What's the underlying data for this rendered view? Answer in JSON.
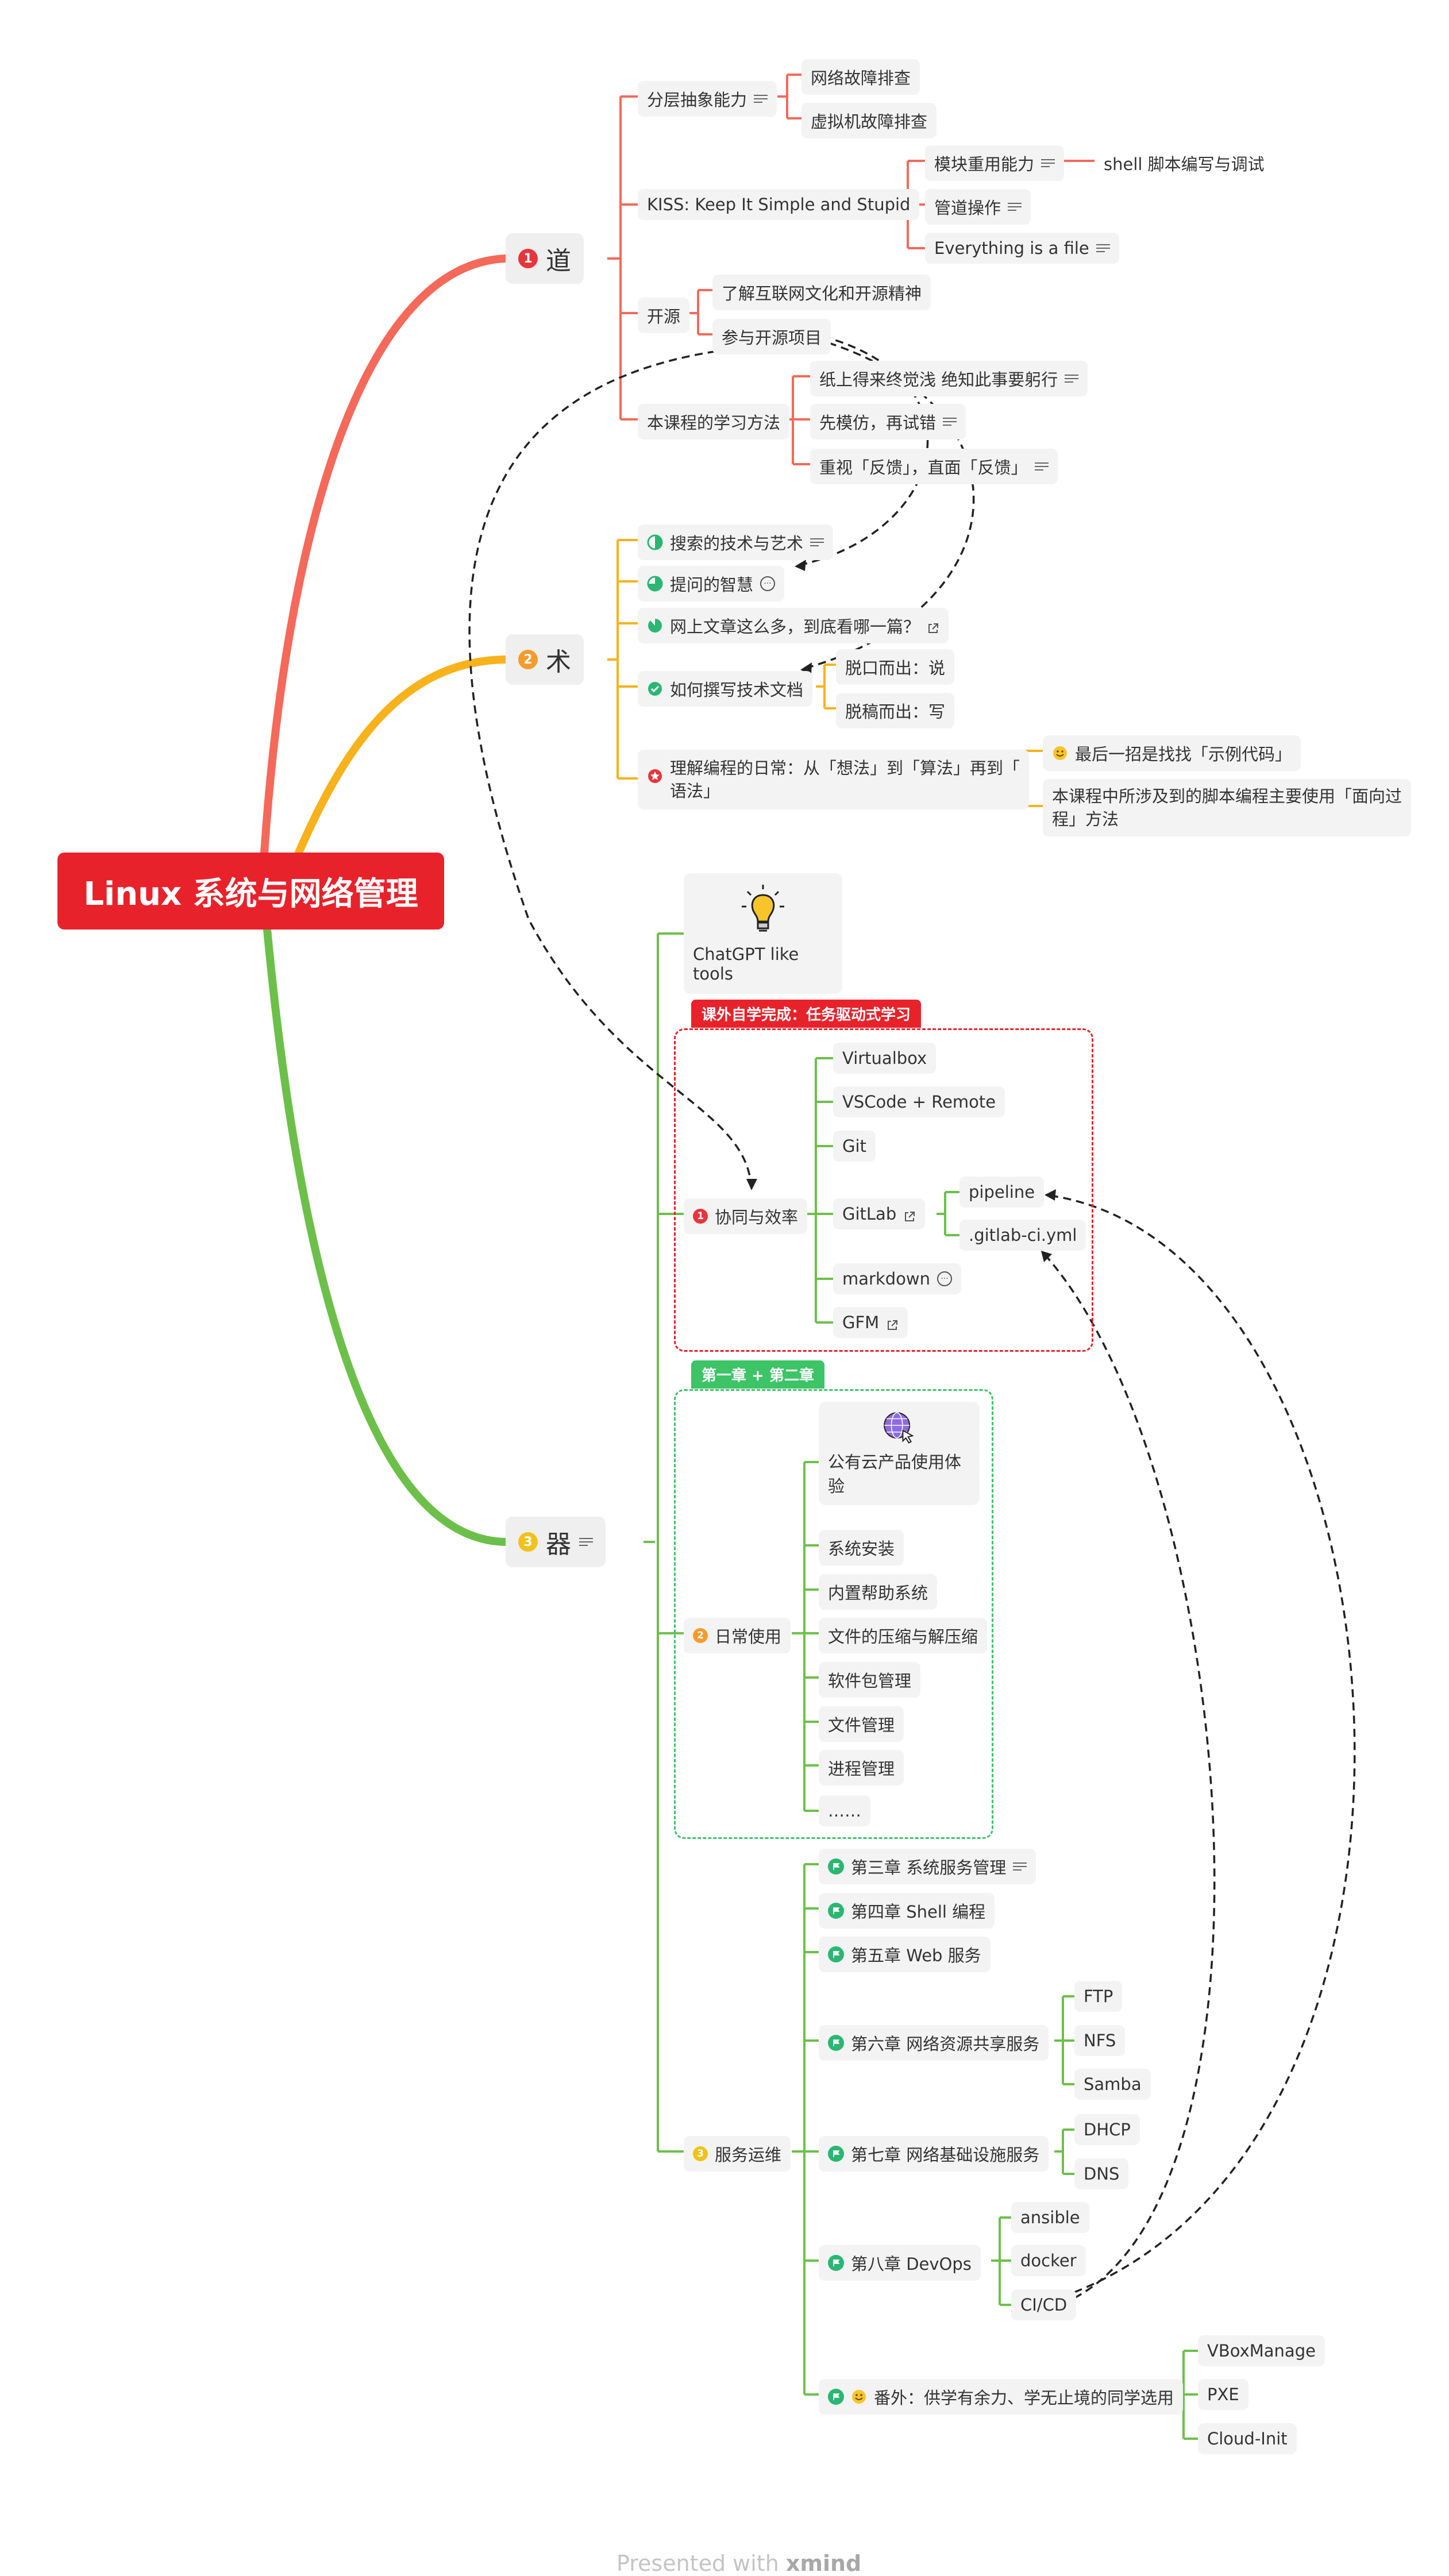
{
  "root": "Linux 系统与网络管理",
  "dao": {
    "label": "道",
    "badge": "1",
    "fenceng": "分层抽象能力",
    "fenceng_children": [
      "网络故障排查",
      "虚拟机故障排查"
    ],
    "kiss": "KISS: Keep It Simple and Stupid",
    "kiss_children": [
      "模块重用能力",
      "管道操作",
      "Everything is a file"
    ],
    "shell": "shell 脚本编写与调试",
    "kaiyuan": "开源",
    "kaiyuan_children": [
      "了解互联网文化和开源精神",
      "参与开源项目"
    ],
    "method": "本课程的学习方法",
    "method_children": [
      "纸上得来终觉浅 绝知此事要躬行",
      "先模仿，再试错",
      "重视「反馈」，直面「反馈」"
    ]
  },
  "shu": {
    "label": "术",
    "badge": "2",
    "items": [
      "搜索的技术与艺术",
      "提问的智慧",
      "网上文章这么多，到底看哪一篇？",
      "如何撰写技术文档"
    ],
    "doc_children": [
      "脱口而出：说",
      "脱稿而出：写"
    ],
    "daily_line1": "理解编程的日常：从「想法」到「算法」再到「",
    "daily_line2": "语法」",
    "daily_children": [
      "最后一招是找找「示例代码」"
    ],
    "daily_child2_line1": "本课程中所涉及到的脚本编程主要使用「面向过",
    "daily_child2_line2": "程」方法"
  },
  "qi": {
    "label": "器",
    "badge": "3",
    "chatgpt": "ChatGPT like tools",
    "tag_red": "课外自学完成：任务驱动式学习",
    "xietong": "协同与效率",
    "xietong_badge": "1",
    "xietong_children": [
      "Virtualbox",
      "VSCode + Remote",
      "Git",
      "GitLab",
      "markdown",
      "GFM"
    ],
    "gitlab_children": [
      "pipeline",
      ".gitlab-ci.yml"
    ],
    "tag_green": "第一章 + 第二章",
    "cloud": "公有云产品使用体验",
    "richang": "日常使用",
    "richang_badge": "2",
    "richang_children": [
      "系统安装",
      "内置帮助系统",
      "文件的压缩与解压缩",
      "软件包管理",
      "文件管理",
      "进程管理",
      "……"
    ],
    "yunwei": "服务运维",
    "yunwei_badge": "3",
    "chapters": [
      "第三章 系统服务管理",
      "第四章 Shell 编程",
      "第五章 Web 服务",
      "第六章 网络资源共享服务",
      "第七章 网络基础设施服务",
      "第八章 DevOps",
      "番外：供学有余力、学无止境的同学选用"
    ],
    "ch6_children": [
      "FTP",
      "NFS",
      "Samba"
    ],
    "ch7_children": [
      "DHCP",
      "DNS"
    ],
    "ch8_children": [
      "ansible",
      "docker",
      "CI/CD"
    ],
    "extra_children": [
      "VBoxManage",
      "PXE",
      "Cloud-Init"
    ]
  },
  "footer": {
    "prefix": "Presented with",
    "brand": "xmind"
  },
  "colors": {
    "dao": "#f4695a",
    "shu": "#f7b21c",
    "qi": "#6cc04a",
    "root": "#e8222b",
    "red_frame": "#e8222b",
    "green_frame": "#3cc466"
  },
  "icons": [
    "note-icon",
    "more-icon",
    "link-icon",
    "flag-icon",
    "progress-icon",
    "lightbulb-icon",
    "globe-cursor-icon",
    "star-icon",
    "smile-icon"
  ]
}
